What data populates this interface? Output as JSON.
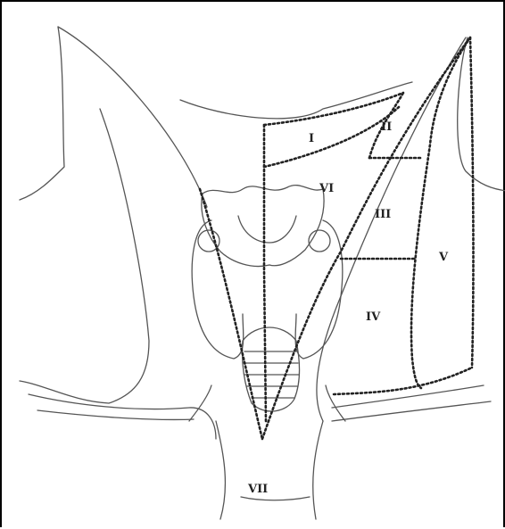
{
  "figure": {
    "levels": [
      {
        "key": "I",
        "label": "I"
      },
      {
        "key": "II",
        "label": "II"
      },
      {
        "key": "III",
        "label": "III"
      },
      {
        "key": "IV",
        "label": "IV"
      },
      {
        "key": "V",
        "label": "V"
      },
      {
        "key": "VI",
        "label": "VI"
      },
      {
        "key": "VII",
        "label": "VII"
      }
    ]
  }
}
